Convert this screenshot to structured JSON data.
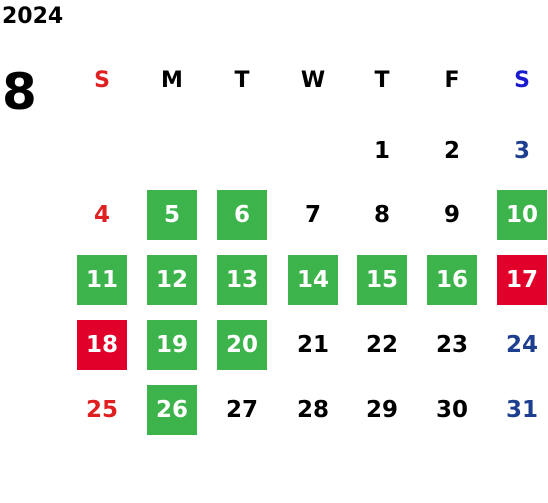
{
  "header": {
    "year": "2024",
    "month": "8"
  },
  "colors": {
    "sunday_text": "#e02020",
    "saturday_header": "#1a1ad0",
    "saturday_text": "#1e3f8f",
    "weekday_text": "#000000",
    "open_day_bg": "#3cb44b",
    "holiday_bg": "#e0002a",
    "highlight_text": "#ffffff"
  },
  "weekdays": [
    "S",
    "M",
    "T",
    "W",
    "T",
    "F",
    "S"
  ],
  "days": [
    {
      "label": "1",
      "col": 4,
      "row": 0,
      "status": "normal"
    },
    {
      "label": "2",
      "col": 5,
      "row": 0,
      "status": "normal"
    },
    {
      "label": "3",
      "col": 6,
      "row": 0,
      "status": "normal"
    },
    {
      "label": "4",
      "col": 0,
      "row": 1,
      "status": "normal"
    },
    {
      "label": "5",
      "col": 1,
      "row": 1,
      "status": "open"
    },
    {
      "label": "6",
      "col": 2,
      "row": 1,
      "status": "open"
    },
    {
      "label": "7",
      "col": 3,
      "row": 1,
      "status": "normal"
    },
    {
      "label": "8",
      "col": 4,
      "row": 1,
      "status": "normal"
    },
    {
      "label": "9",
      "col": 5,
      "row": 1,
      "status": "normal"
    },
    {
      "label": "10",
      "col": 6,
      "row": 1,
      "status": "open"
    },
    {
      "label": "11",
      "col": 0,
      "row": 2,
      "status": "open"
    },
    {
      "label": "12",
      "col": 1,
      "row": 2,
      "status": "open"
    },
    {
      "label": "13",
      "col": 2,
      "row": 2,
      "status": "open"
    },
    {
      "label": "14",
      "col": 3,
      "row": 2,
      "status": "open"
    },
    {
      "label": "15",
      "col": 4,
      "row": 2,
      "status": "open"
    },
    {
      "label": "16",
      "col": 5,
      "row": 2,
      "status": "open"
    },
    {
      "label": "17",
      "col": 6,
      "row": 2,
      "status": "holiday"
    },
    {
      "label": "18",
      "col": 0,
      "row": 3,
      "status": "holiday"
    },
    {
      "label": "19",
      "col": 1,
      "row": 3,
      "status": "open"
    },
    {
      "label": "20",
      "col": 2,
      "row": 3,
      "status": "open"
    },
    {
      "label": "21",
      "col": 3,
      "row": 3,
      "status": "normal"
    },
    {
      "label": "22",
      "col": 4,
      "row": 3,
      "status": "normal"
    },
    {
      "label": "23",
      "col": 5,
      "row": 3,
      "status": "normal"
    },
    {
      "label": "24",
      "col": 6,
      "row": 3,
      "status": "normal"
    },
    {
      "label": "25",
      "col": 0,
      "row": 4,
      "status": "normal"
    },
    {
      "label": "26",
      "col": 1,
      "row": 4,
      "status": "open"
    },
    {
      "label": "27",
      "col": 2,
      "row": 4,
      "status": "normal"
    },
    {
      "label": "28",
      "col": 3,
      "row": 4,
      "status": "normal"
    },
    {
      "label": "29",
      "col": 4,
      "row": 4,
      "status": "normal"
    },
    {
      "label": "30",
      "col": 5,
      "row": 4,
      "status": "normal"
    },
    {
      "label": "31",
      "col": 6,
      "row": 4,
      "status": "normal"
    }
  ]
}
